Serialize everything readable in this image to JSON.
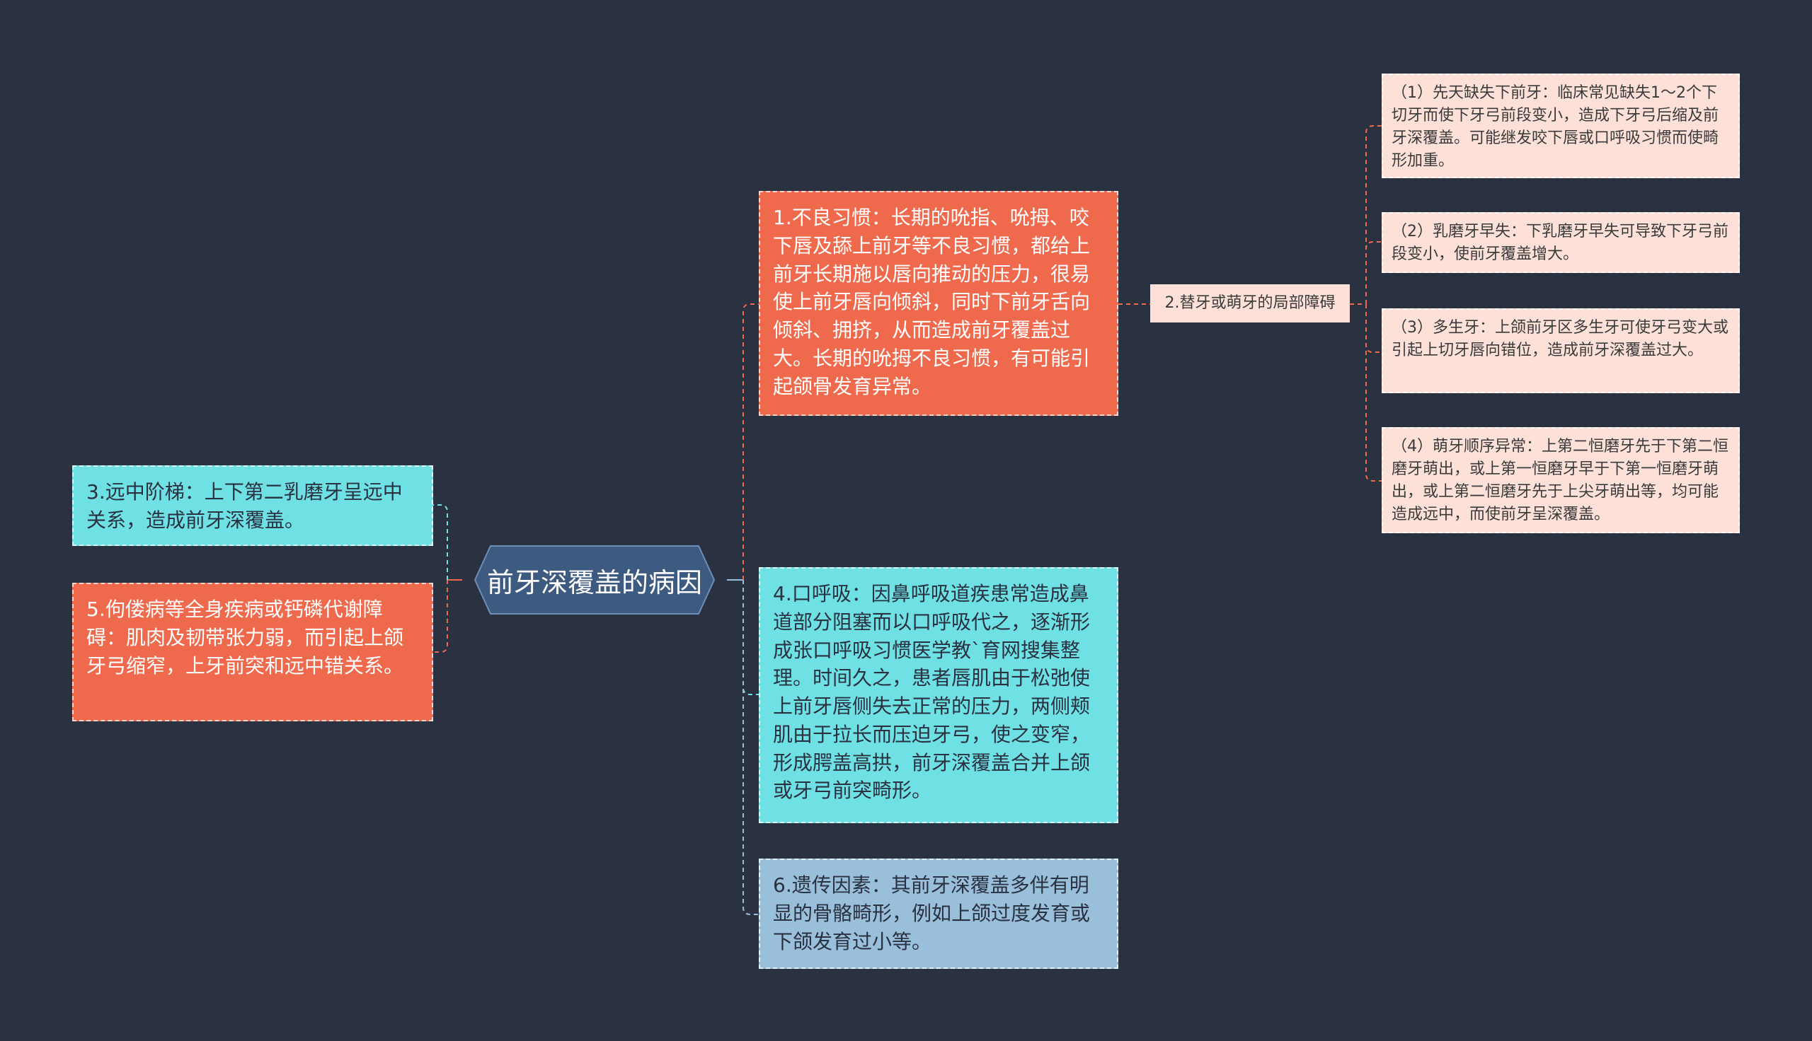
{
  "root": {
    "label": "前牙深覆盖的病因"
  },
  "nodes": {
    "n1": "1.不良习惯：长期的吮指、吮拇、咬下唇及舔上前牙等不良习惯，都给上前牙长期施以唇向推动的压力，很易使上前牙唇向倾斜，同时下前牙舌向倾斜、拥挤，从而造成前牙覆盖过大。长期的吮拇不良习惯，有可能引起颌骨发育异常。",
    "n2": "2.替牙或萌牙的局部障碍",
    "n2_1": "（1）先天缺失下前牙：临床常见缺失1～2个下切牙而使下牙弓前段变小，造成下牙弓后缩及前牙深覆盖。可能继发咬下唇或口呼吸习惯而使畸形加重。",
    "n2_2": "（2）乳磨牙早失：下乳磨牙早失可导致下牙弓前段变小，使前牙覆盖增大。",
    "n2_3": "（3）多生牙：上颌前牙区多生牙可使牙弓变大或引起上切牙唇向错位，造成前牙深覆盖过大。",
    "n2_4": "（4）萌牙顺序异常：上第二恒磨牙先于下第二恒磨牙萌出，或上第一恒磨牙早于下第一恒磨牙萌出，或上第二恒磨牙先于上尖牙萌出等，均可能造成远中，而使前牙呈深覆盖。",
    "n3": "3.远中阶梯：上下第二乳磨牙呈远中关系，造成前牙深覆盖。",
    "n4": "4.口呼吸：因鼻呼吸道疾患常造成鼻道部分阻塞而以口呼吸代之，逐渐形成张口呼吸习惯医学教`育网搜集整理。时间久之，患者唇肌由于松弛使上前牙唇侧失去正常的压力，两侧颊肌由于拉长而压迫牙弓，使之变窄，形成腭盖高拱，前牙深覆盖合并上颌或牙弓前突畸形。",
    "n5": "5.佝偻病等全身疾病或钙磷代谢障碍：肌肉及韧带张力弱，而引起上颌牙弓缩窄，上牙前突和远中错关系。",
    "n6": "6.遗传因素：其前牙深覆盖多伴有明显的骨骼畸形，例如上颌过度发育或下颌发育过小等。"
  },
  "colors": {
    "background": "#2a3140",
    "root": "#3d5a80",
    "red": "#ef6a4d",
    "cyan": "#6fe0e4",
    "blue": "#9abfdb",
    "pale": "#fde1d9",
    "link_red": "#ef6a4d",
    "link_cyan": "#6fe0e4",
    "link_blue": "#9abfdb"
  }
}
